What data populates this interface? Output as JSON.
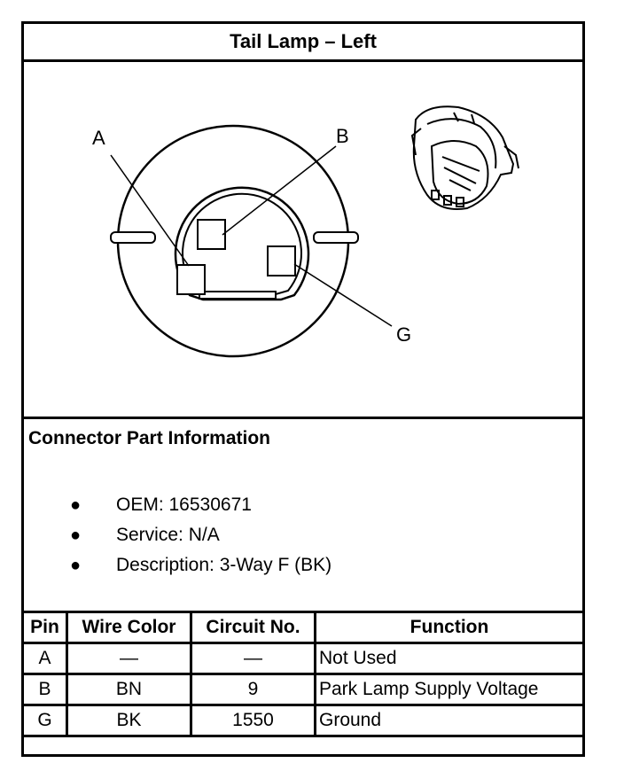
{
  "title": "Tail Lamp – Left",
  "diagram": {
    "pin_labels": [
      "A",
      "B",
      "G"
    ],
    "connector_icon": "connector-photo-icon"
  },
  "info": {
    "heading": "Connector Part Information",
    "items": [
      "OEM: 16530671",
      "Service: N/A",
      "Description: 3-Way F (BK)"
    ]
  },
  "table": {
    "headers": [
      "Pin",
      "Wire Color",
      "Circuit No.",
      "Function"
    ],
    "rows": [
      [
        "A",
        "—",
        "—",
        "Not Used"
      ],
      [
        "B",
        "BN",
        "9",
        "Park Lamp Supply Voltage"
      ],
      [
        "G",
        "BK",
        "1550",
        "Ground"
      ]
    ]
  }
}
